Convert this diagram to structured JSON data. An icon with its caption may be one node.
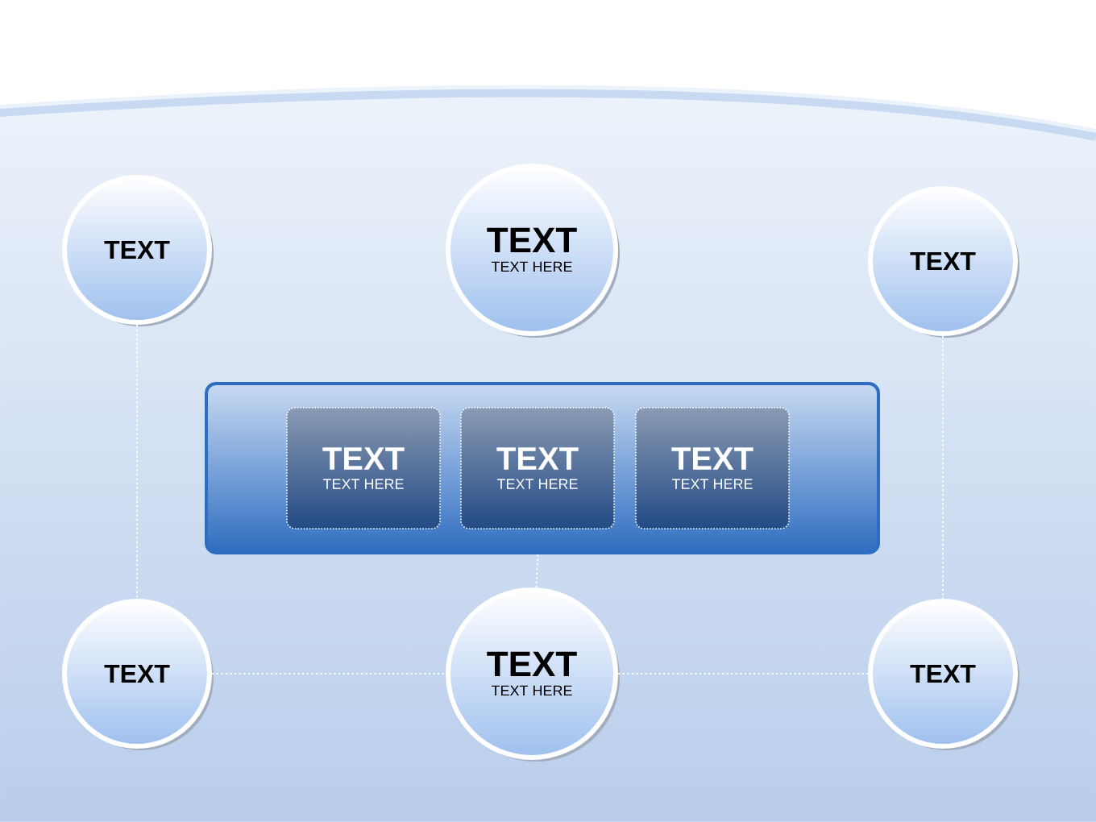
{
  "diagram": {
    "nodes": [
      {
        "text": [
          "TEXT"
        ]
      },
      {
        "text": [
          "TEXT",
          "TEXT HERE"
        ]
      },
      {
        "text": [
          "TEXT"
        ]
      },
      {
        "text": [],
        "shape": "box"
      },
      {
        "text": [
          "TEXT",
          "TEXT HERE"
        ],
        "in": 3
      },
      {
        "text": [
          "TEXT",
          "TEXT HERE"
        ],
        "in": 3
      },
      {
        "text": [
          "TEXT",
          "TEXT HERE"
        ],
        "in": 3
      },
      {
        "text": [
          "TEXT"
        ]
      },
      {
        "text": [
          "TEXT",
          "TEXT HERE"
        ]
      },
      {
        "text": [
          "TEXT"
        ]
      }
    ],
    "edges": [
      {
        "from": 0,
        "to": 7,
        "arrow": "none",
        "style": "dashed"
      },
      {
        "from": 2,
        "to": 9,
        "arrow": "none",
        "style": "dashed"
      },
      {
        "from": 3,
        "to": 8,
        "arrow": "none",
        "style": "dashed"
      },
      {
        "from": 7,
        "to": 8,
        "arrow": "none",
        "style": "dashed"
      },
      {
        "from": 8,
        "to": 9,
        "arrow": "none",
        "style": "dashed"
      }
    ]
  }
}
